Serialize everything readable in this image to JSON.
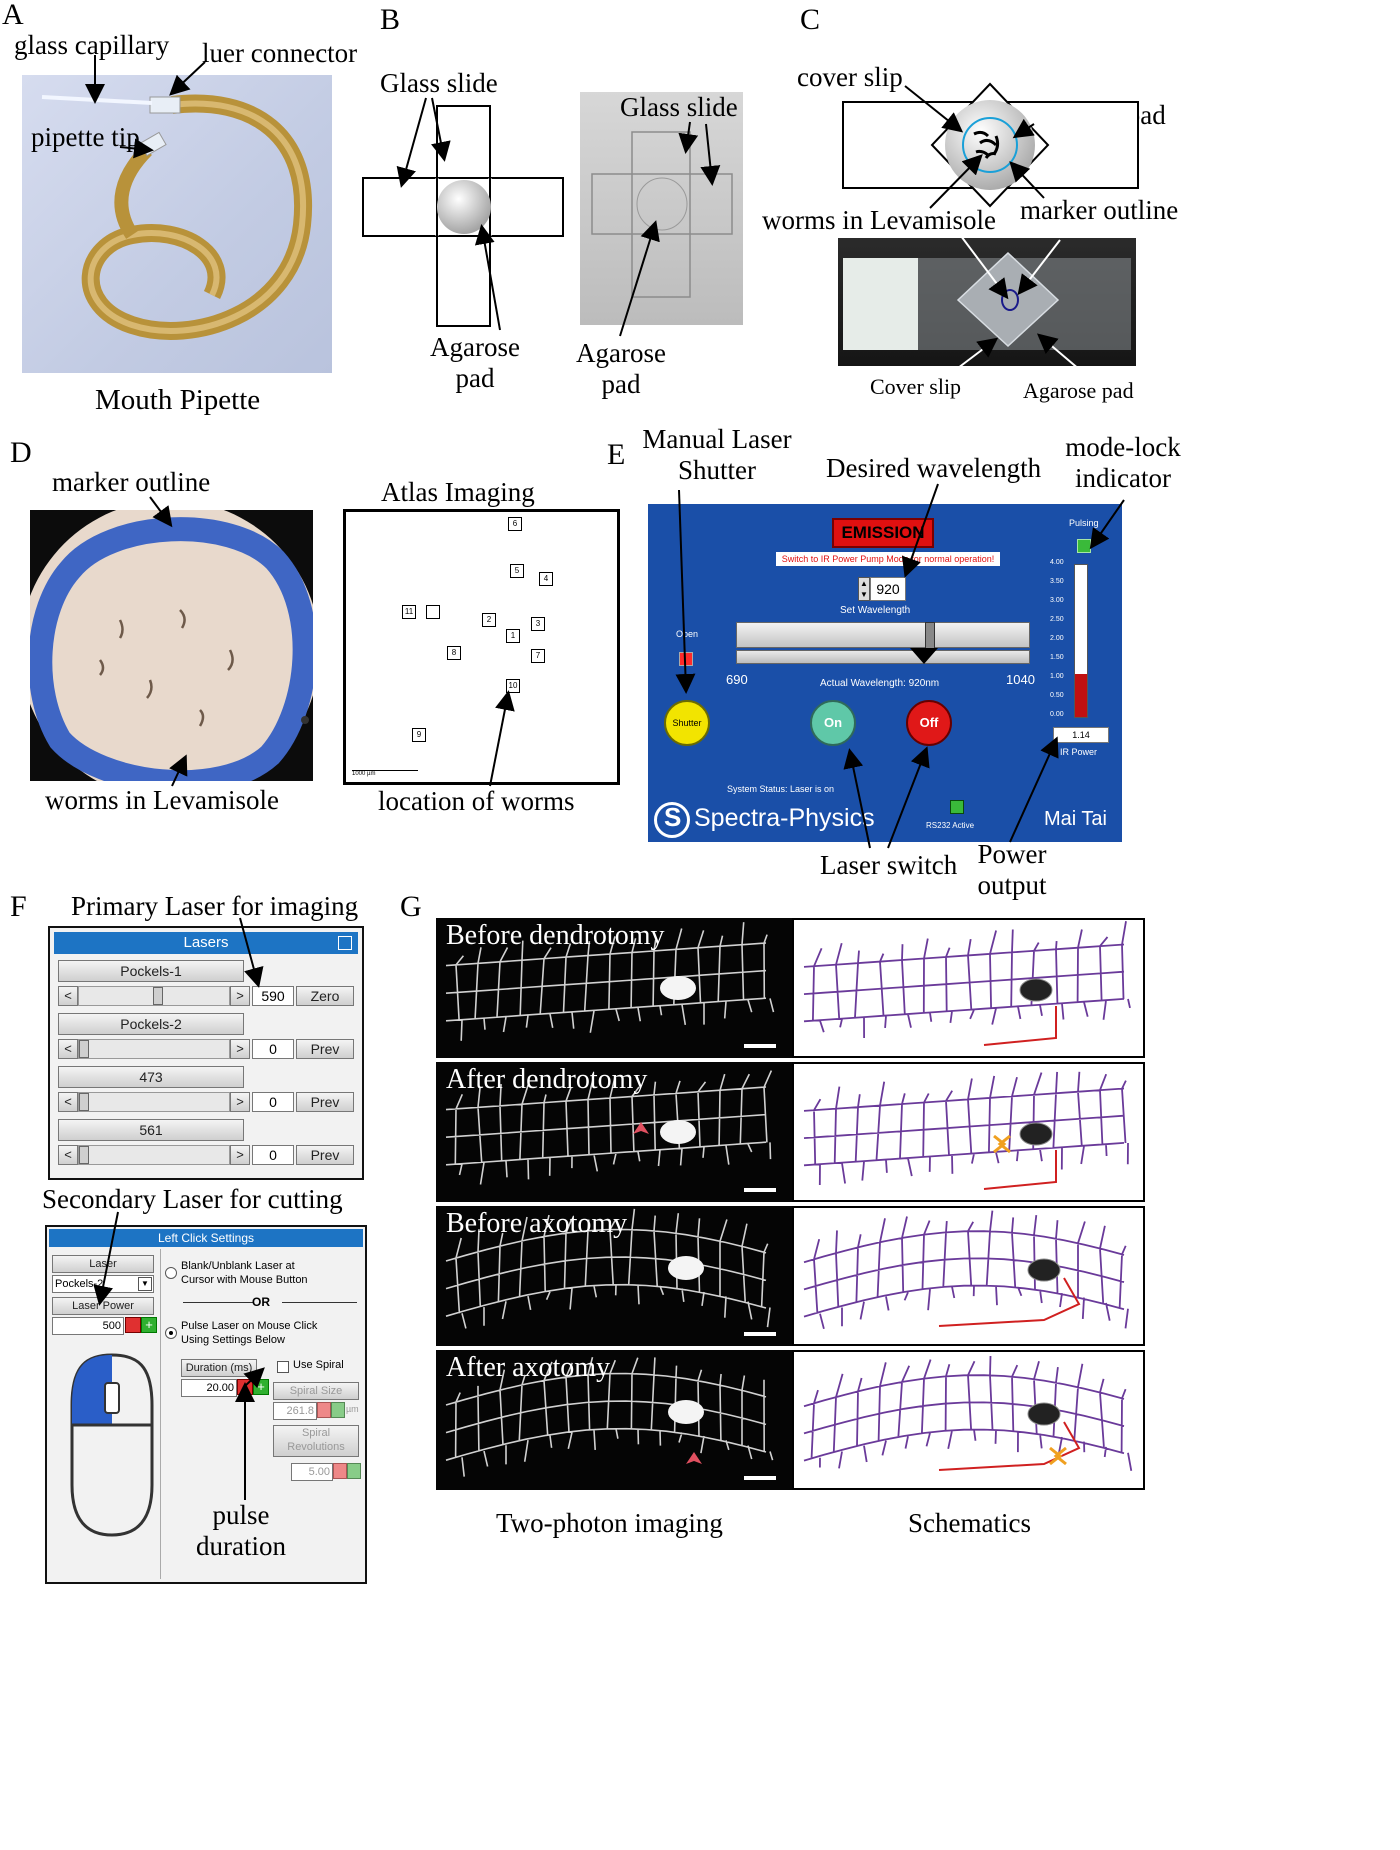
{
  "panels": {
    "A": {
      "letter": "A",
      "labels": {
        "glass_capillary": "glass capillary",
        "luer_connector": "luer connector",
        "pipette_tip": "pipette tip"
      },
      "caption": "Mouth Pipette"
    },
    "B": {
      "letter": "B",
      "left": {
        "glass_slide": "Glass slide",
        "agarose_pad": "Agarose pad"
      },
      "right": {
        "glass_slide": "Glass slide",
        "agarose_pad": "Agarose pad"
      }
    },
    "C": {
      "letter": "C",
      "top": {
        "cover_slip": "cover slip",
        "agarose_pad": "Agarose pad",
        "worms": "worms in Levamisole",
        "marker": "marker outline"
      },
      "bottom": {
        "cover_slip": "Cover slip",
        "agarose_pad": "Agarose pad"
      }
    },
    "D": {
      "letter": "D",
      "marker": "marker outline",
      "worms": "worms in Levamisole",
      "atlas_title": "Atlas Imaging",
      "atlas_caption": "location of worms",
      "scale_label": "1000 µm",
      "tiles": [
        "6",
        "5",
        "4",
        "11",
        "",
        "2",
        "3",
        "1",
        "8",
        "7",
        "10",
        "9"
      ]
    },
    "E": {
      "letter": "E",
      "annotations": {
        "manual_shutter": "Manual Laser Shutter",
        "desired_wavelength": "Desired wavelength",
        "mode_lock": "mode-lock indicator",
        "laser_switch": "Laser switch",
        "power_output": "Power output"
      },
      "ui": {
        "emission": "EMISSION",
        "warning": "Switch to IR Power Pump Mode for normal operation!",
        "wavelength_value": "920",
        "set_wavelength": "Set Wavelength",
        "open": "Open",
        "min_nm": "690",
        "max_nm": "1040",
        "actual_wavelength": "Actual Wavelength: 920nm",
        "shutter": "Shutter",
        "on": "On",
        "off": "Off",
        "system_status": "System Status:  Laser is on",
        "rs232": "RS232 Active",
        "brand": "Spectra-Physics",
        "model": "Mai Tai",
        "pulsing": "Pulsing",
        "ticks": [
          "4.00",
          "3.50",
          "3.00",
          "2.50",
          "2.00",
          "1.50",
          "1.00",
          "0.50",
          "0.00"
        ],
        "ir_power_value": "1.14",
        "ir_power_label": "IR Power",
        "power_fraction": 0.285,
        "colors": {
          "background": "#1a4fa8",
          "emission": "#e01010",
          "on": "#5fc8a8",
          "off": "#e01818",
          "shutter": "#f2e400"
        }
      }
    },
    "F": {
      "letter": "F",
      "primary_label": "Primary Laser for  imaging",
      "secondary_label": "Secondary Laser for cutting",
      "pulse_duration": "pulse duration",
      "lasers": {
        "title": "Lasers",
        "rows": [
          {
            "name": "Pockels-1",
            "value": "590",
            "button": "Zero"
          },
          {
            "name": "Pockels-2",
            "value": "0",
            "button": "Prev"
          },
          {
            "name": "473",
            "value": "0",
            "button": "Prev"
          },
          {
            "name": "561",
            "value": "0",
            "button": "Prev"
          }
        ]
      },
      "left_click": {
        "title": "Left Click Settings",
        "laser_label": "Laser",
        "laser_select": "Pockels-2",
        "laser_power_label": "Laser Power",
        "laser_power_value": "500",
        "option1": "Blank/Unblank Laser at Cursor with Mouse Button",
        "or": "OR",
        "option2": "Pulse Laser on Mouse Click Using Settings Below",
        "duration_label": "Duration (ms)",
        "duration_value": "20.00",
        "use_spiral": "Use Spiral",
        "spiral_size_label": "Spiral Size",
        "spiral_size_value": "261.8",
        "spiral_unit": "µm",
        "revolutions_label": "Spiral Revolutions",
        "revolutions_value": "5.00"
      }
    },
    "G": {
      "letter": "G",
      "rows": [
        "Before dendrotomy",
        "After dendrotomy",
        "Before axotomy",
        "After axotomy"
      ],
      "caption_left": "Two-photon imaging",
      "caption_right": "Schematics"
    }
  }
}
